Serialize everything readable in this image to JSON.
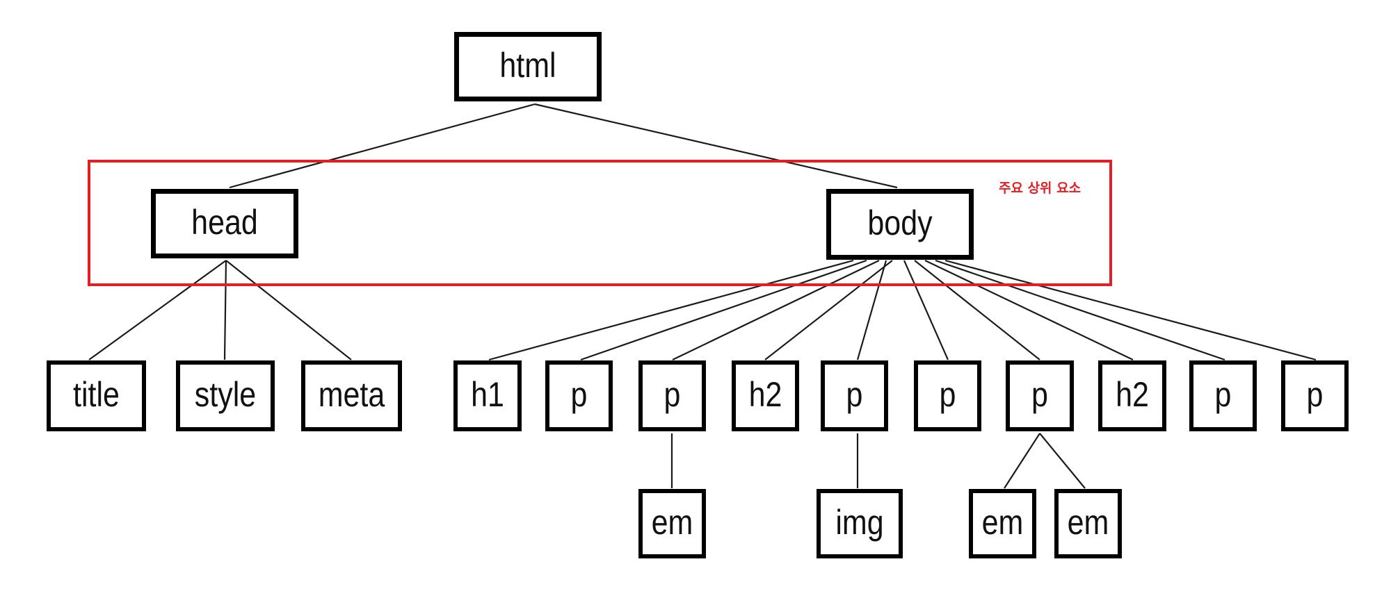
{
  "colors": {
    "edge": "#1a1a1a",
    "node_border": "#000000",
    "highlight": "#e31e24"
  },
  "highlight": {
    "label": "주요 상위 요소"
  },
  "nodes": [
    {
      "id": "html",
      "label": "html",
      "parent": null
    },
    {
      "id": "head",
      "label": "head",
      "parent": "html"
    },
    {
      "id": "body",
      "label": "body",
      "parent": "html"
    },
    {
      "id": "title",
      "label": "title",
      "parent": "head"
    },
    {
      "id": "style",
      "label": "style",
      "parent": "head"
    },
    {
      "id": "meta",
      "label": "meta",
      "parent": "head"
    },
    {
      "id": "h1",
      "label": "h1",
      "parent": "body"
    },
    {
      "id": "p1",
      "label": "p",
      "parent": "body"
    },
    {
      "id": "p2",
      "label": "p",
      "parent": "body"
    },
    {
      "id": "h2a",
      "label": "h2",
      "parent": "body"
    },
    {
      "id": "p3",
      "label": "p",
      "parent": "body"
    },
    {
      "id": "p4",
      "label": "p",
      "parent": "body"
    },
    {
      "id": "p5",
      "label": "p",
      "parent": "body"
    },
    {
      "id": "h2b",
      "label": "h2",
      "parent": "body"
    },
    {
      "id": "p6",
      "label": "p",
      "parent": "body"
    },
    {
      "id": "p7",
      "label": "p",
      "parent": "body"
    },
    {
      "id": "em1",
      "label": "em",
      "parent": "p2"
    },
    {
      "id": "img",
      "label": "img",
      "parent": "p3"
    },
    {
      "id": "em2",
      "label": "em",
      "parent": "p5"
    },
    {
      "id": "em3",
      "label": "em",
      "parent": "p5"
    }
  ]
}
